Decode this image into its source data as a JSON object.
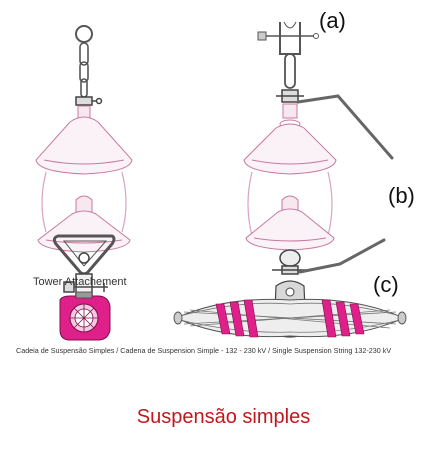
{
  "labels": {
    "a": "(a)",
    "b": "(b)",
    "c": "(c)"
  },
  "tower_label": "Tower Attachement",
  "caption": "Cadeia de Suspensão Simples / Cadena de Suspension Simple - 132 - 230 kV / Single Suspension String 132-230 kV",
  "title": "Suspensão simples",
  "colors": {
    "title": "#c0181d",
    "insulator_line": "#d9a2c0",
    "insulator_fill": "#fbf2f7",
    "magenta": "#e0208a",
    "hardware": "#666666"
  }
}
